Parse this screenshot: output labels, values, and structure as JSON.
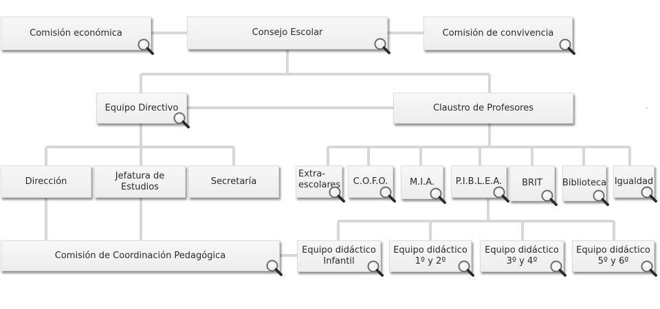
{
  "nodes": {
    "comision_economica": "Comisión económica",
    "consejo_escolar": "Consejo Escolar",
    "comision_convivencia": "Comisión de convivencia",
    "equipo_directivo": "Equipo Directivo",
    "claustro": "Claustro de Profesores",
    "direccion": "Dirección",
    "jefatura": "Jefatura de Estudios",
    "secretaria": "Secretaría",
    "extraescolares": "Extra-\nescolares",
    "cofo": "C.O.F.O.",
    "mia": "M.I.A.",
    "piblea": "P.I.B.L.E.A.",
    "brit": "BRIT",
    "biblioteca": "Biblioteca",
    "igualdad": "Igualdad",
    "ccp": "Comisión de Coordinación Pedagógica",
    "eq_infantil": "Equipo didáctico\nInfantil",
    "eq_12": "Equipo didáctico\n1º y 2º",
    "eq_34": "Equipo didáctico\n3º y 4º",
    "eq_56": "Equipo didáctico\n5º y 6º"
  },
  "icons": {
    "magnifier": "magnifier-icon"
  },
  "colors": {
    "connector": "#d7d7d7",
    "box_fill": "#f2f2f2",
    "box_shadow": "#3a3a3a"
  }
}
